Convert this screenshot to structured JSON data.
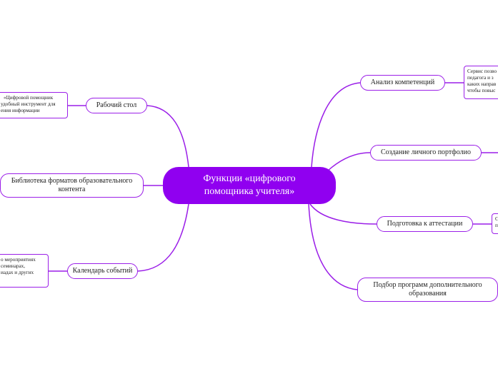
{
  "diagram": {
    "central_topic": {
      "line1": "Функции «цифрового",
      "line2": "помощника учителя»"
    },
    "left_branches": [
      {
        "label": "Рабочий стол"
      },
      {
        "label": "Библиотека форматов образовательного контента"
      },
      {
        "label": "Календарь событий"
      }
    ],
    "right_branches": [
      {
        "label": "Анализ компетенций"
      },
      {
        "label": "Создание личного портфолио"
      },
      {
        "label": "Подготовка к аттестации"
      },
      {
        "label": "Подбор программ дополнительного образования"
      }
    ],
    "notes": {
      "desktop": [
        "«Цифровой помощник",
        "удобный инструмент для",
        "ения информации"
      ],
      "calendar": [
        "о мероприятиях",
        "семинарах,",
        "иадах и других"
      ],
      "competence": [
        "Сервис позво",
        "педагога и з",
        "каких направ",
        "чтобы повыс"
      ],
      "attestation": [
        "С",
        "п"
      ]
    },
    "colors": {
      "accent": "#9b1fe8",
      "central_fill": "#9000f0",
      "central_text": "#ffffff"
    }
  }
}
